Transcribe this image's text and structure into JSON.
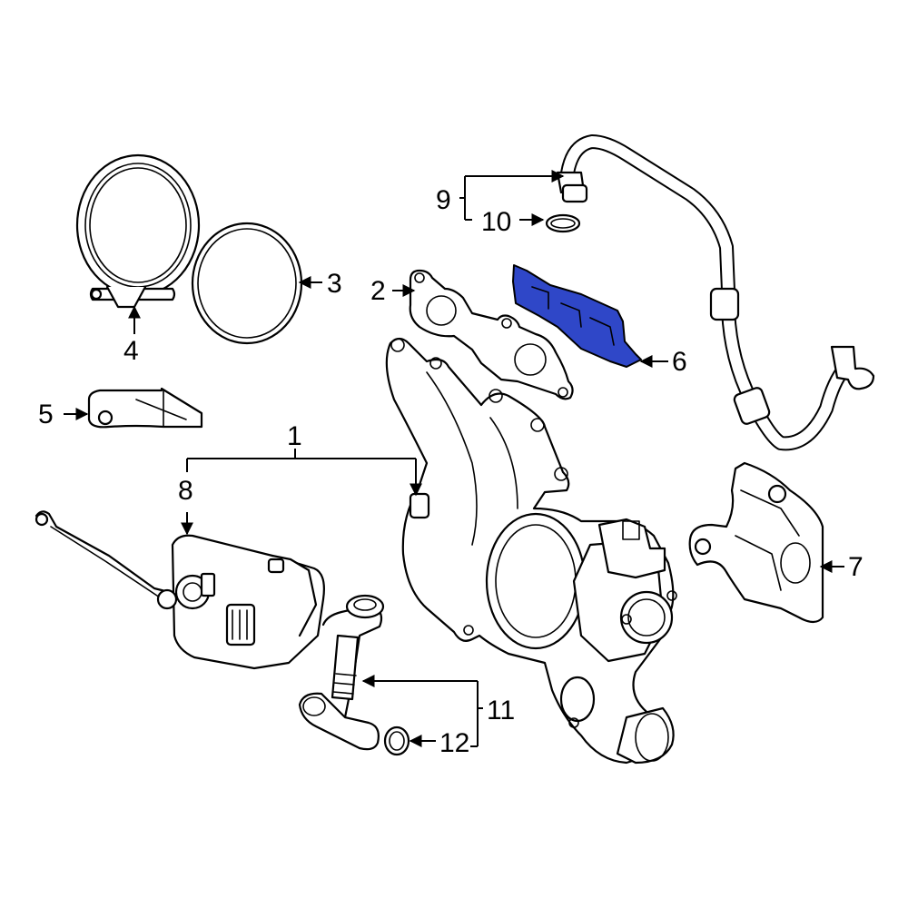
{
  "colors": {
    "highlight": "#2f47c8",
    "line": "#000000",
    "background": "#ffffff"
  },
  "callouts": [
    {
      "id": "1",
      "label": "1",
      "part": "turbocharger-assembly"
    },
    {
      "id": "2",
      "label": "2",
      "part": "turbo-flange-gasket"
    },
    {
      "id": "3",
      "label": "3",
      "part": "o-ring-seal"
    },
    {
      "id": "4",
      "label": "4",
      "part": "hose-clamp"
    },
    {
      "id": "5",
      "label": "5",
      "part": "support-bracket"
    },
    {
      "id": "6",
      "label": "6",
      "part": "heat-shield-highlighted"
    },
    {
      "id": "7",
      "label": "7",
      "part": "turbo-heat-shield"
    },
    {
      "id": "8",
      "label": "8",
      "part": "wastegate-actuator"
    },
    {
      "id": "9",
      "label": "9",
      "part": "oil-feed-line"
    },
    {
      "id": "10",
      "label": "10",
      "part": "oil-line-seal"
    },
    {
      "id": "11",
      "label": "11",
      "part": "oil-return-line"
    },
    {
      "id": "12",
      "label": "12",
      "part": "return-line-seal"
    }
  ]
}
